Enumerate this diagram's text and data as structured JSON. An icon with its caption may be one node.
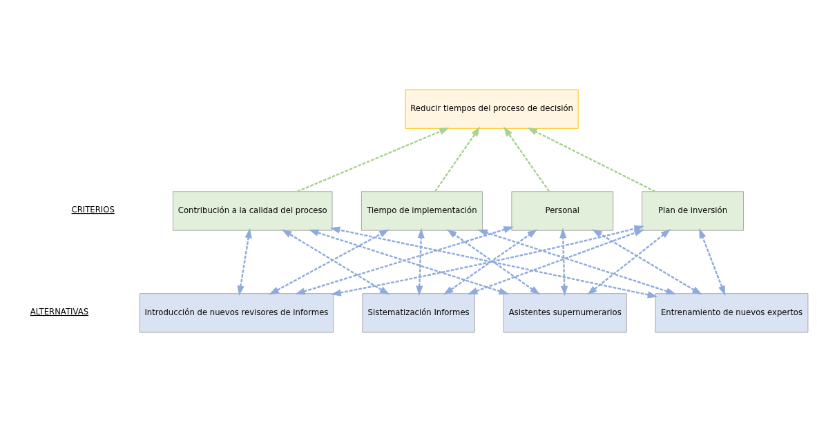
{
  "diagram": {
    "nodes": [
      {
        "text": [
          "Reducir tiempos del proceso de decisión"
        ]
      },
      {
        "text": [
          "Contribución a la calidad del proceso"
        ]
      },
      {
        "text": [
          "Tiempo de implementación"
        ]
      },
      {
        "text": [
          "Personal"
        ]
      },
      {
        "text": [
          "Plan de inversión"
        ]
      },
      {
        "text": [
          "Introducción de nuevos revisores de informes"
        ]
      },
      {
        "text": [
          "Sistematización Informes"
        ]
      },
      {
        "text": [
          "Asistentes supernumerarios"
        ]
      },
      {
        "text": [
          "Entrenamiento de nuevos expertos"
        ]
      }
    ],
    "edges": [
      {
        "from": 1,
        "to": 0,
        "arrow": "to",
        "style": "dashed",
        "color": "#a9d18e"
      },
      {
        "from": 2,
        "to": 0,
        "arrow": "to",
        "style": "dashed",
        "color": "#a9d18e"
      },
      {
        "from": 3,
        "to": 0,
        "arrow": "to",
        "style": "dashed",
        "color": "#a9d18e"
      },
      {
        "from": 4,
        "to": 0,
        "arrow": "to",
        "style": "dashed",
        "color": "#a9d18e"
      },
      {
        "from": 5,
        "to": 1,
        "arrow": "both",
        "style": "dashed"
      },
      {
        "from": 5,
        "to": 2,
        "arrow": "both",
        "style": "dashed"
      },
      {
        "from": 5,
        "to": 3,
        "arrow": "both",
        "style": "dashed"
      },
      {
        "from": 5,
        "to": 4,
        "arrow": "both",
        "style": "dashed"
      },
      {
        "from": 6,
        "to": 1,
        "arrow": "both",
        "style": "dashed"
      },
      {
        "from": 6,
        "to": 2,
        "arrow": "both",
        "style": "dashed"
      },
      {
        "from": 6,
        "to": 3,
        "arrow": "both",
        "style": "dashed"
      },
      {
        "from": 6,
        "to": 4,
        "arrow": "both",
        "style": "dashed"
      },
      {
        "from": 7,
        "to": 1,
        "arrow": "both",
        "style": "dashed"
      },
      {
        "from": 7,
        "to": 2,
        "arrow": "both",
        "style": "dashed"
      },
      {
        "from": 7,
        "to": 3,
        "arrow": "both",
        "style": "dashed"
      },
      {
        "from": 7,
        "to": 4,
        "arrow": "both",
        "style": "dashed"
      },
      {
        "from": 8,
        "to": 1,
        "arrow": "both",
        "style": "dashed"
      },
      {
        "from": 8,
        "to": 2,
        "arrow": "both",
        "style": "dashed"
      },
      {
        "from": 8,
        "to": 3,
        "arrow": "both",
        "style": "dashed"
      },
      {
        "from": 8,
        "to": 4,
        "arrow": "both",
        "style": "dashed"
      }
    ],
    "labels": [
      "CRITERIOS",
      "ALTERNATIVAS"
    ]
  }
}
